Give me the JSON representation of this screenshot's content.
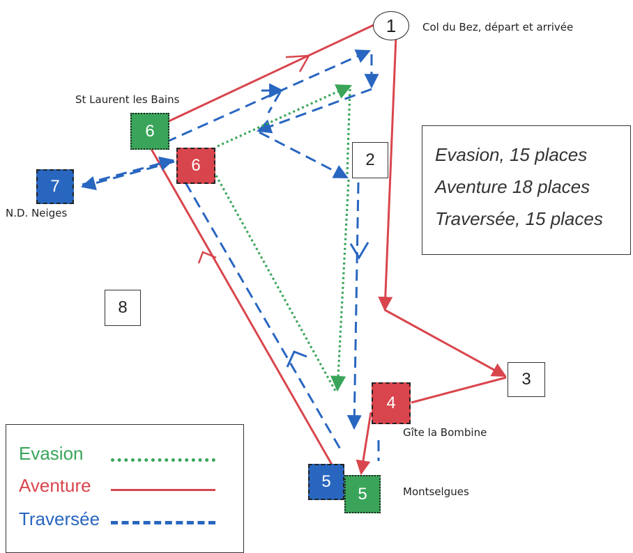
{
  "colors": {
    "evasion": "#3aa55a",
    "aventure": "#d9454d",
    "traversee": "#2866c0"
  },
  "places": {
    "col_du_bez": {
      "number": "1",
      "label": "Col du Bez, départ et arrivée"
    },
    "stage_2": {
      "number": "2"
    },
    "stage_3": {
      "number": "3"
    },
    "gite": {
      "number": "4",
      "label": "Gîte la Bombine"
    },
    "montselgues": {
      "number_blue": "5",
      "number_green": "5",
      "label": "Montselgues"
    },
    "st_laurent": {
      "number_green": "6",
      "number_red": "6",
      "label": "St Laurent les Bains"
    },
    "nd_neiges": {
      "number": "7",
      "label": "N.D. Neiges"
    },
    "stage_8": {
      "number": "8"
    }
  },
  "info": {
    "line1": "Evasion, 15 places",
    "line2": "Aventure 18 places",
    "line3": "Traversée, 15 places"
  },
  "legend": {
    "evasion": "Evasion",
    "aventure": "Aventure",
    "traversee": "Traversée"
  }
}
